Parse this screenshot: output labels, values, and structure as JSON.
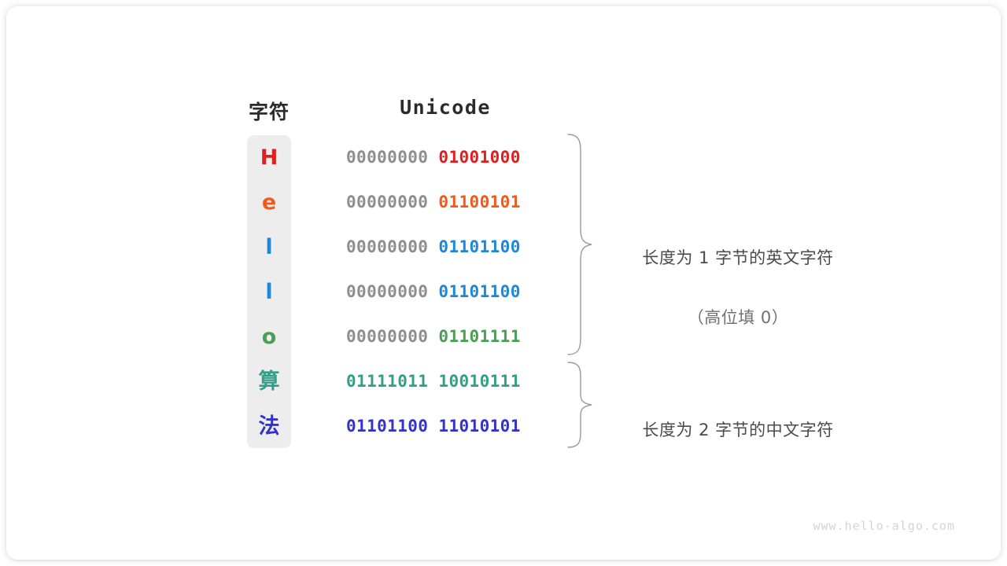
{
  "page": {
    "background": "#ffffff",
    "card_background": "#ffffff",
    "watermark": "www.hello-algo.com"
  },
  "headers": {
    "character": "字符",
    "unicode": "Unicode"
  },
  "palette": {
    "red": "#e02020",
    "orange": "#f15a1b",
    "blue": "#1f87d8",
    "green": "#4a9e55",
    "teal": "#349e88",
    "indigo": "#3333cc",
    "gray_high_bits": "#8e8e8e",
    "column_background": "#ededed",
    "brace_stroke": "#9b9b9b",
    "annotation_text": "#4a4a4a",
    "annotation_sub_text": "#707070",
    "watermark_text": "#d4d4d4"
  },
  "rows": [
    {
      "char": "H",
      "color": "#e02020",
      "high_byte": "00000000",
      "low_byte": "01001000",
      "cjk": false
    },
    {
      "char": "e",
      "color": "#f15a1b",
      "high_byte": "00000000",
      "low_byte": "01100101",
      "cjk": false
    },
    {
      "char": "l",
      "color": "#1f87d8",
      "high_byte": "00000000",
      "low_byte": "01101100",
      "cjk": false
    },
    {
      "char": "l",
      "color": "#1f87d8",
      "high_byte": "00000000",
      "low_byte": "01101100",
      "cjk": false
    },
    {
      "char": "o",
      "color": "#4a9e55",
      "high_byte": "00000000",
      "low_byte": "01101111",
      "cjk": false
    },
    {
      "char": "算",
      "color": "#349e88",
      "high_byte": "01111011",
      "low_byte": "10010111",
      "cjk": true
    },
    {
      "char": "法",
      "color": "#3333cc",
      "high_byte": "01101100",
      "low_byte": "11010101",
      "cjk": true
    }
  ],
  "annotations": [
    {
      "id": "one-byte",
      "line1": "长度为 1 字节的英文字符",
      "line2": "（高位填 0）",
      "covers_rows": [
        0,
        1,
        2,
        3,
        4
      ]
    },
    {
      "id": "two-byte",
      "line1": "长度为 2 字节的中文字符",
      "line2": "",
      "covers_rows": [
        5,
        6
      ]
    }
  ]
}
